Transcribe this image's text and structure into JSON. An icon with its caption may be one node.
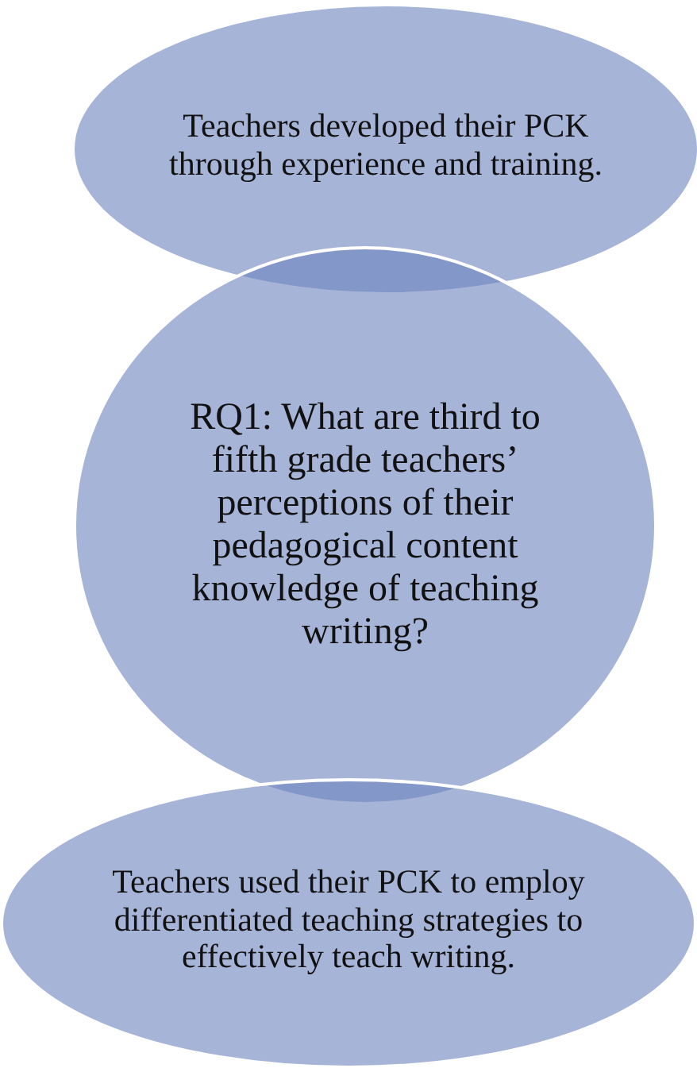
{
  "diagram": {
    "nodes": [
      {
        "text": [
          "Teachers developed their PCK through experience and training."
        ]
      },
      {
        "text": [
          "RQ1: What are third to fifth grade teachers’ perceptions of their pedagogical content knowledge of teaching writing?"
        ]
      },
      {
        "text": [
          "Teachers used their PCK to employ differentiated teaching strategies to effectively teach writing."
        ]
      }
    ]
  }
}
